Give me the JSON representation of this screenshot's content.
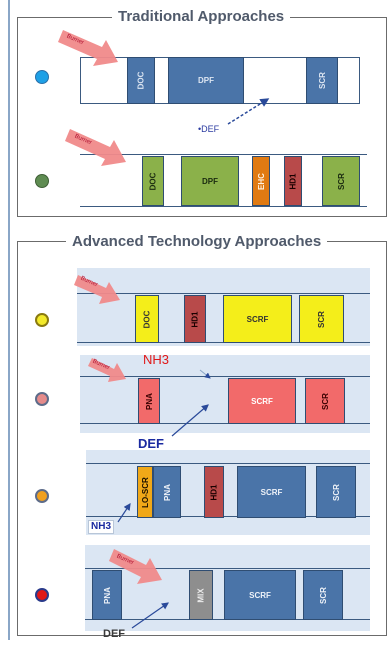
{
  "traditional": {
    "title": "Traditional Approaches",
    "row1": {
      "burner": "Burner",
      "blocks": [
        "DOC",
        "DPF",
        "SCR"
      ],
      "def_label": "•DEF",
      "dot_color": "#1ea0e6"
    },
    "row2": {
      "burner": "Burner",
      "blocks": [
        "DOC",
        "DPF",
        "EHC",
        "HD1",
        "SCR"
      ],
      "dot_color": "#5f8c52"
    }
  },
  "advanced": {
    "title": "Advanced Technology Approaches",
    "row1": {
      "burner": "Burner",
      "blocks": [
        "DOC",
        "HD1",
        "SCRF",
        "SCR"
      ],
      "dot_color": "#f3ea2a"
    },
    "row2": {
      "burner": "Burner",
      "nh3_label": "NH3",
      "blocks": [
        "PNA",
        "SCRF",
        "SCR"
      ],
      "def_label": "DEF",
      "dot_color": "#e58b8b"
    },
    "row3": {
      "blocks": [
        "LO-SCR",
        "PNA",
        "HD1",
        "SCRF",
        "SCR"
      ],
      "nh3_label": "NH3",
      "dot_color": "#f0a020"
    },
    "row4": {
      "burner": "Burner",
      "blocks": [
        "PNA",
        "MIX",
        "SCRF",
        "SCR"
      ],
      "def_label": "DEF",
      "dot_color": "#e01818"
    }
  }
}
